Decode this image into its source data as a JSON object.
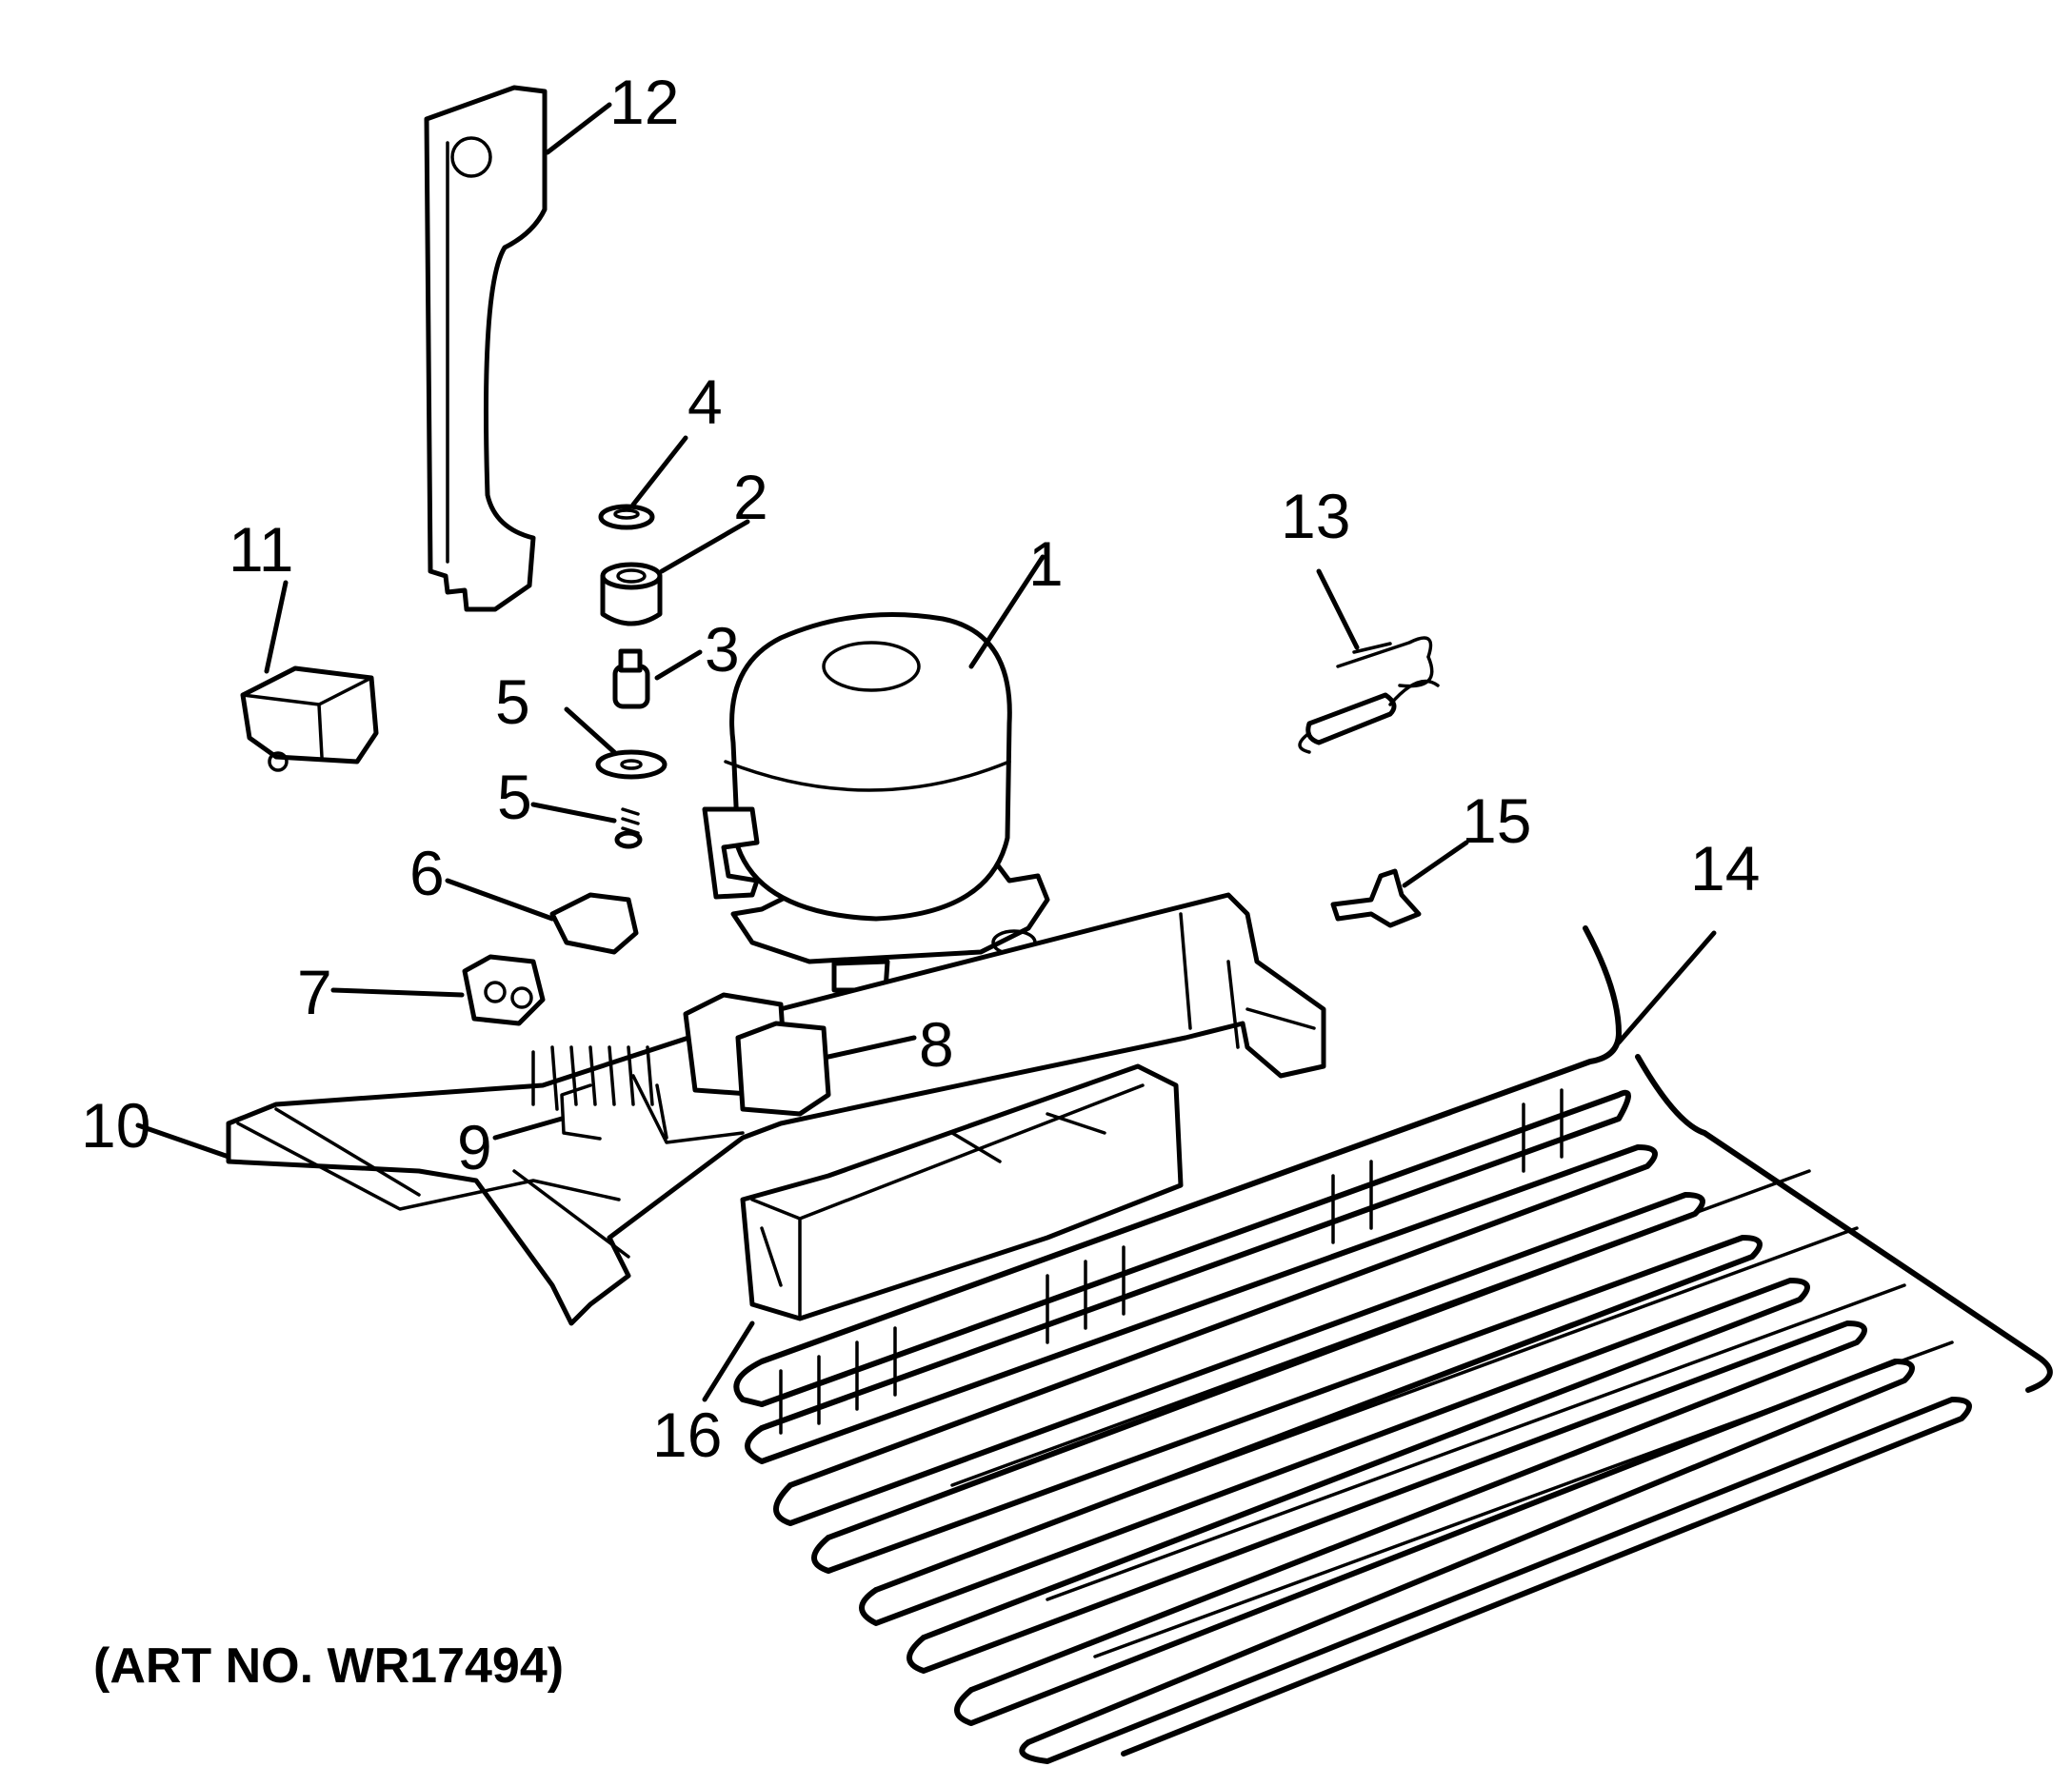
{
  "diagram": {
    "callouts": {
      "c1": "1",
      "c2": "2",
      "c3": "3",
      "c4": "4",
      "c5a": "5",
      "c5b": "5",
      "c6": "6",
      "c7": "7",
      "c8": "8",
      "c9": "9",
      "c10": "10",
      "c11": "11",
      "c12": "12",
      "c13": "13",
      "c14": "14",
      "c15": "15",
      "c16": "16"
    },
    "art_number": "(ART NO. WR17494)"
  }
}
